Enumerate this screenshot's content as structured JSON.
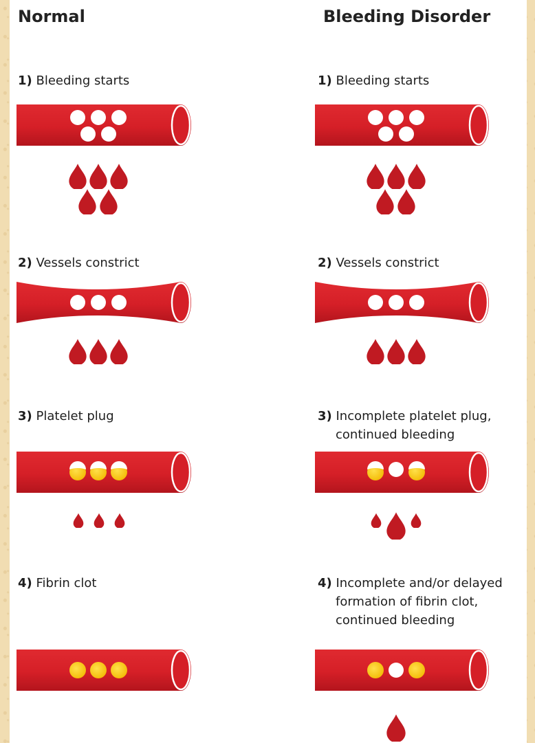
{
  "columns": {
    "left_title": "Normal",
    "right_title": "Bleeding Disorder"
  },
  "normal_steps": [
    {
      "num": "1)",
      "text": "Bleeding starts",
      "line2": ""
    },
    {
      "num": "2)",
      "text": "Vessels constrict",
      "line2": ""
    },
    {
      "num": "3)",
      "text": "Platelet plug",
      "line2": ""
    },
    {
      "num": "4)",
      "text": "Fibrin clot",
      "line2": ""
    }
  ],
  "disorder_steps": [
    {
      "num": "1)",
      "text": "Bleeding starts",
      "line2": "",
      "line3": ""
    },
    {
      "num": "2)",
      "text": "Vessels constrict",
      "line2": "",
      "line3": ""
    },
    {
      "num": "3)",
      "text": "Incomplete platelet plug,",
      "line2": "continued bleeding",
      "line3": ""
    },
    {
      "num": "4)",
      "text": "Incomplete and/or delayed",
      "line2": "formation of fibrin clot,",
      "line3": "continued bleeding"
    }
  ],
  "colors": {
    "vessel_red": "#d8202a",
    "vessel_dark": "#b5161e",
    "blood_drop": "#c01a22",
    "platelet_yellow": "#f7c600",
    "background": "#f1ddb2"
  }
}
